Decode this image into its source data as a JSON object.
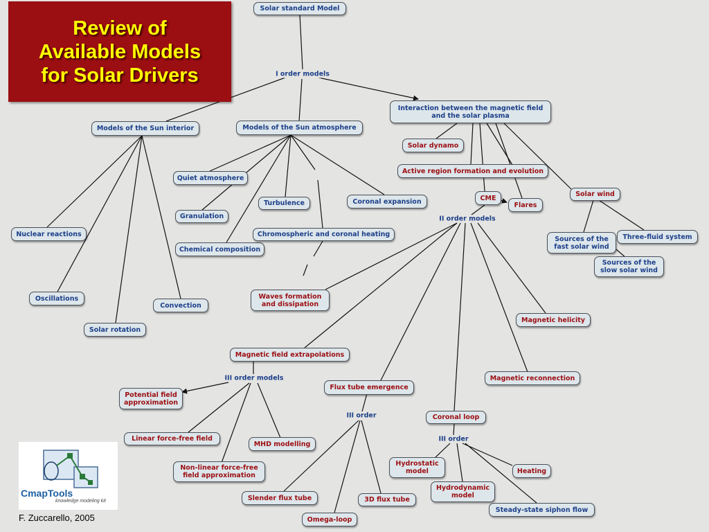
{
  "title": "Review of\nAvailable Models\nfor Solar Drivers",
  "credit": "F. Zuccarello, 2005",
  "logo": {
    "name": "CmapTools",
    "tagline": "knowledge modeling kit"
  },
  "colors": {
    "background": "#e4e4e2",
    "node_fill": "#dde6ea",
    "blue_text": "#1c3f8a",
    "red_text": "#9b0e12",
    "title_bg": "#9b0e12",
    "title_text": "#ffff00"
  },
  "nodes": {
    "solar_standard_model": "Solar standard Model",
    "sun_interior": "Models of the Sun interior",
    "sun_atmosphere": "Models of the Sun atmosphere",
    "interaction": "Interaction between the magnetic field\nand the solar plasma",
    "nuclear_reactions": "Nuclear reactions",
    "oscillations": "Oscillations",
    "solar_rotation": "Solar rotation",
    "convection": "Convection",
    "quiet_atmosphere": "Quiet atmosphere",
    "granulation": "Granulation",
    "chemical_composition": "Chemical composition",
    "turbulence": "Turbulence",
    "coronal_expansion": "Coronal expansion",
    "chromospheric_heating": "Chromospheric and coronal heating",
    "solar_dynamo": "Solar dynamo",
    "active_region": "Active region formation and evolution",
    "cme": "CME",
    "flares": "Flares",
    "solar_wind": "Solar wind",
    "fast_solar_wind": "Sources of the\nfast solar wind",
    "three_fluid": "Three-fluid system",
    "slow_solar_wind": "Sources of the\nslow solar wind",
    "waves_formation": "Waves formation\nand dissipation",
    "magnetic_helicity": "Magnetic helicity",
    "magnetic_field_extrapolations": "Magnetic field extrapolations",
    "magnetic_reconnection": "Magnetic reconnection",
    "flux_tube_emergence": "Flux tube emergence",
    "coronal_loop": "Coronal loop",
    "potential_field": "Potential field\napproximation",
    "linear_force_free": "Linear force-free field",
    "mhd_modelling": "MHD modelling",
    "nonlinear_force_free": "Non-linear force-free\nfield approximation",
    "slender_flux_tube": "Slender flux tube",
    "omega_loop": "Omega-loop",
    "flux_tube_3d": "3D flux tube",
    "hydrostatic": "Hydrostatic\nmodel",
    "hydrodynamic": "Hydrodynamic\nmodel",
    "heating": "Heating",
    "siphon_flow": "Steady-state siphon flow"
  },
  "links": {
    "i_order": "I order models",
    "ii_order": "II order models",
    "iii_order_models": "III order models",
    "iii_order_flux": "III order",
    "iii_order_loop": "III order"
  }
}
